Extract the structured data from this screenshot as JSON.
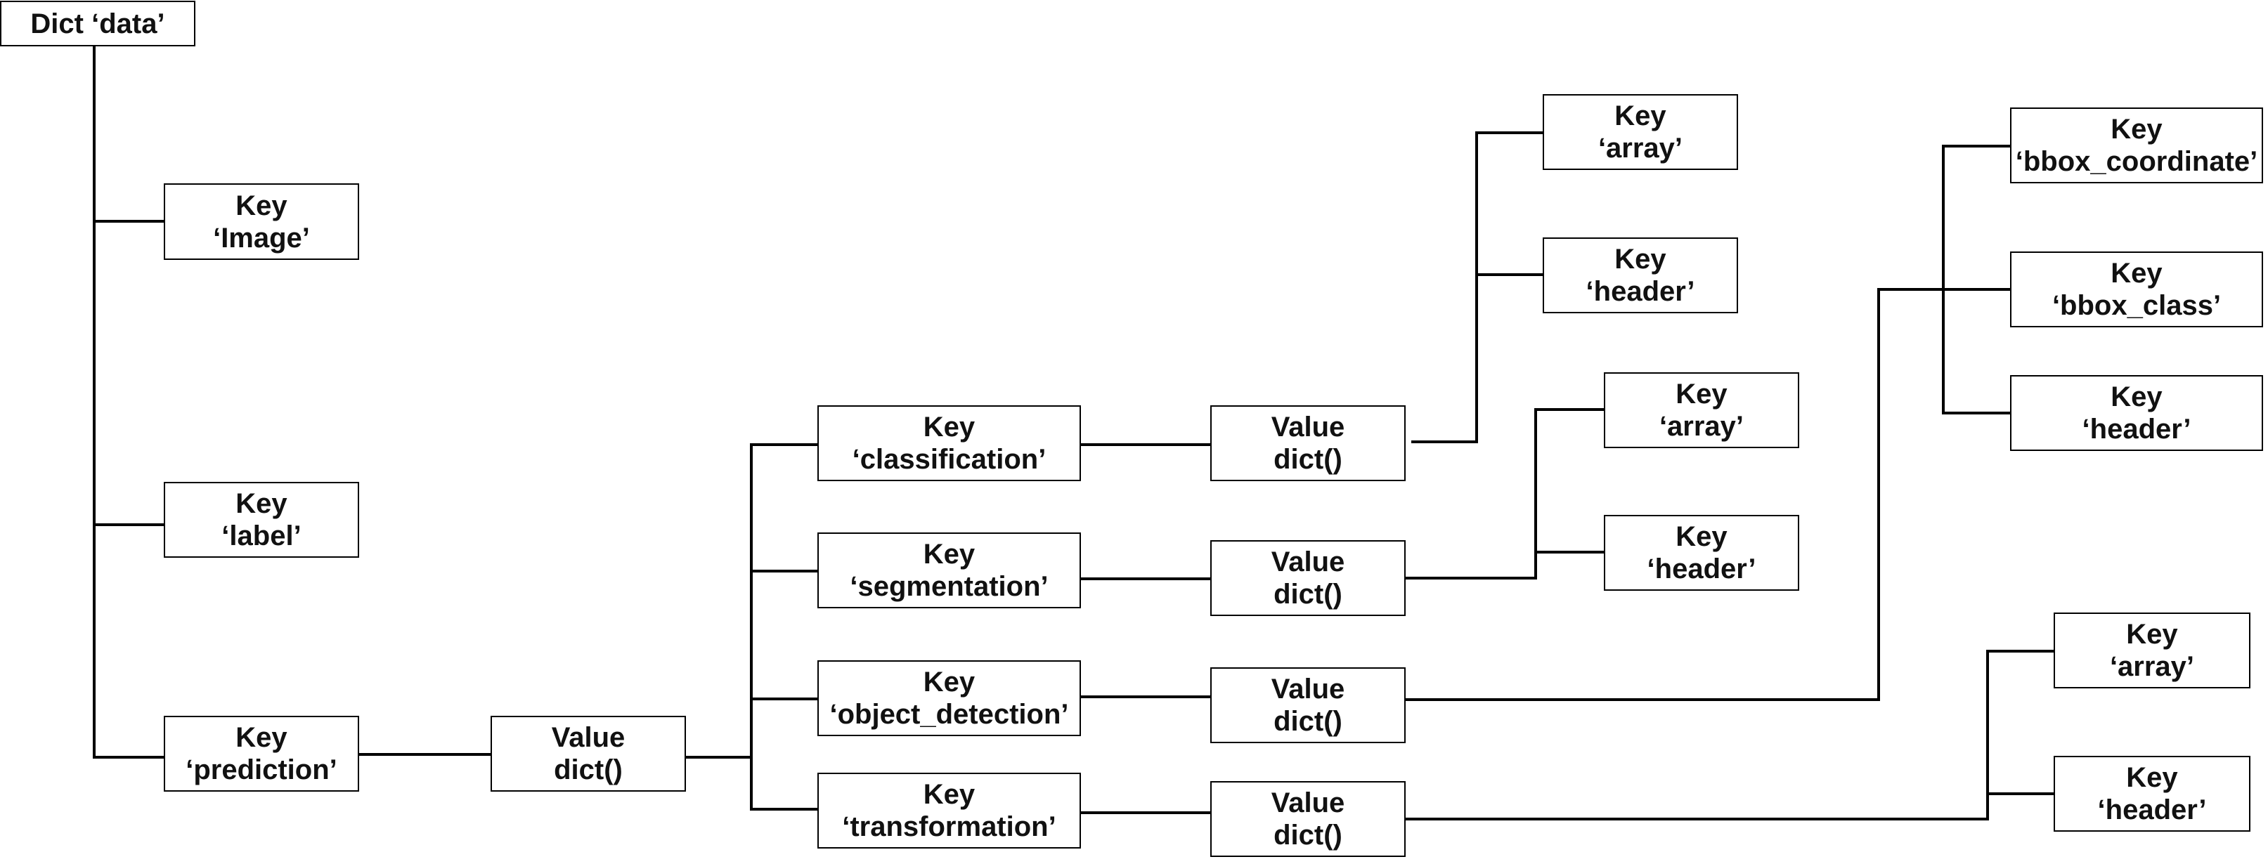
{
  "root": {
    "label": "Dict ‘data’"
  },
  "nodes": {
    "image": {
      "line1": "Key",
      "line2": "‘Image’"
    },
    "label": {
      "line1": "Key",
      "line2": "‘label’"
    },
    "prediction": {
      "line1": "Key",
      "line2": "‘prediction’"
    },
    "pred_value": {
      "line1": "Value",
      "line2": "dict()"
    },
    "classification": {
      "line1": "Key",
      "line2": "‘classification’"
    },
    "segmentation": {
      "line1": "Key",
      "line2": "‘segmentation’"
    },
    "object_detection": {
      "line1": "Key",
      "line2": "‘object_detection’"
    },
    "transformation": {
      "line1": "Key",
      "line2": "‘transformation’"
    },
    "cls_value": {
      "line1": "Value",
      "line2": "dict()"
    },
    "seg_value": {
      "line1": "Value",
      "line2": "dict()"
    },
    "od_value": {
      "line1": "Value",
      "line2": "dict()"
    },
    "tf_value": {
      "line1": "Value",
      "line2": "dict()"
    },
    "cls_array": {
      "line1": "Key",
      "line2": "‘array’"
    },
    "cls_header": {
      "line1": "Key",
      "line2": "‘header’"
    },
    "seg_array": {
      "line1": "Key",
      "line2": "‘array’"
    },
    "seg_header": {
      "line1": "Key",
      "line2": "‘header’"
    },
    "od_bbox_coordinate": {
      "line1": "Key",
      "line2": "‘bbox_coordinate’"
    },
    "od_bbox_class": {
      "line1": "Key",
      "line2": "‘bbox_class’"
    },
    "od_header": {
      "line1": "Key",
      "line2": "‘header’"
    },
    "tf_array": {
      "line1": "Key",
      "line2": "‘array’"
    },
    "tf_header": {
      "line1": "Key",
      "line2": "‘header’"
    }
  }
}
